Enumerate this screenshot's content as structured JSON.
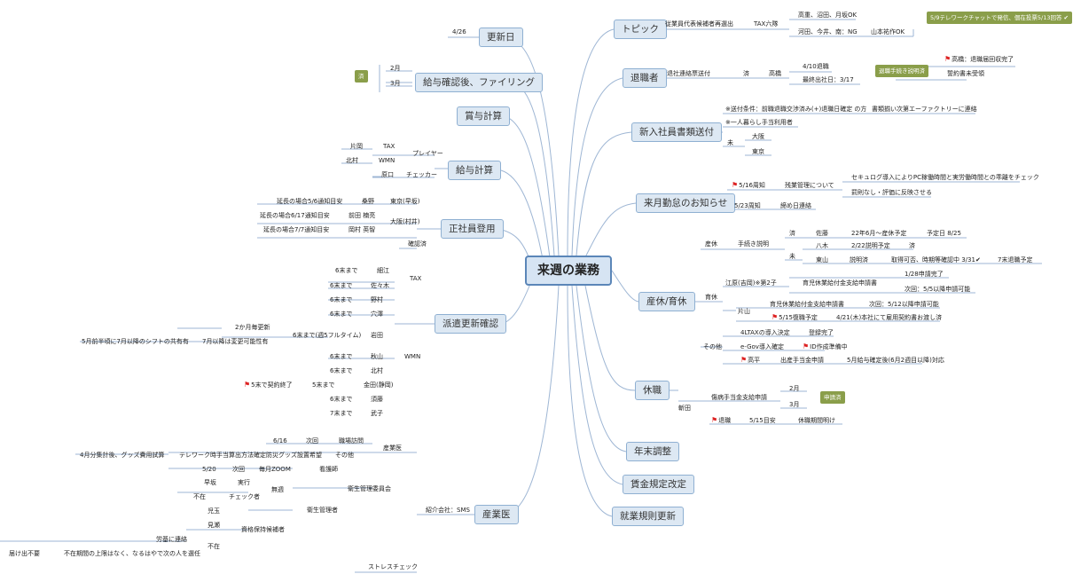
{
  "root": "来週の業務",
  "main": {
    "topic": "トピック",
    "resign": "退職者",
    "newhire": "新入社員書類送付",
    "nextmonth": "来月勤怠のお知らせ",
    "maternity": "産休/育休",
    "leave": "休職",
    "yearend": "年末調整",
    "wage": "賃金規定改定",
    "rules": "就業規則更新",
    "update": "更新日",
    "salary_check": "給与確認後、ファイリング",
    "bonus": "賞与計算",
    "payroll": "給与計算",
    "fulltime": "正社員登用",
    "dispatch": "派遣更新確認",
    "occmed": "産業医"
  },
  "topic": {
    "a": "従業員代表候補者再選出",
    "b": "TAX六隊",
    "c": "高重、沼田、月坂OK",
    "d": "河田、今井、南：NG",
    "e": "山本祐作OK",
    "note": "5/9テレワークチャットで発信、個在投票5/13回答 ✔"
  },
  "resign": {
    "a": "退社連絡票送付",
    "b": "済",
    "c": "高橋",
    "d": "4/10退職",
    "e": "最終出社日：3/17",
    "note": "退職手続き説明済",
    "f": "高橋：退職届回収完了",
    "g": "誓約書未受領"
  },
  "newhire": {
    "a": "※送付条件：前職退職交渉済み(+)退職日確定 の方",
    "a2": "書類揃い次第エーファクトリーに連絡",
    "b": "※一人暮らし手当利用者",
    "c": "未",
    "d": "大阪",
    "e": "東京"
  },
  "nextmonth": {
    "a": "5/16周知",
    "b": "残業管理について",
    "c": "セキュログ導入によりPC稼働時間と実労働時間との乖離をチェック",
    "d": "罰則なし・評価に反映させる",
    "e": "5/23周知",
    "f": "締め日連絡"
  },
  "maternity": {
    "sanyu": "産休",
    "tetsuzuki": "手続き説明",
    "zumi": "済",
    "mi": "未",
    "sato": "佐藤",
    "sato2": "22年6月～産休予定",
    "sato3": "予定日 8/25",
    "yagi": "八木",
    "yagi2": "2/22説明予定",
    "yagi3": "済",
    "higashiyama": "東山",
    "hy2": "説明済",
    "hy3": "取得可否、時期等確認中 3/31✔",
    "hy4": "7末退職予定",
    "ikukyu": "育休",
    "egawa": "江原(吉岡)※第2子",
    "eg2": "育児休業給付金支給申請書",
    "eg3": "1/28申請完了",
    "eg4": "次回：5/5以降申請可能",
    "katayama": "片山",
    "ka2": "育児休業給付金支給申請書",
    "ka3": "次回：5/12以降申請可能",
    "ka4": "5/15復職予定",
    "ka5": "4/21(木)本社にて雇用契約書お渡し済",
    "other": "その他",
    "o1": "4LTAXの導入決定",
    "o1b": "登録完了",
    "o2": "e-Gov導入確定",
    "o2b": "ID作成準備中",
    "o3": "高平",
    "o3b": "出産手当金申請",
    "o3c": "5月給与確定後(6月2週目以降)対応"
  },
  "leave": {
    "a": "斬田",
    "b": "傷病手当金支給申請",
    "c": "2月",
    "d": "3月",
    "note": "申請済",
    "e": "退職",
    "f": "5/15目安",
    "g": "休職期間明け"
  },
  "update": {
    "a": "4/26"
  },
  "salary_check": {
    "a": "2月",
    "b": "3月",
    "note": "済"
  },
  "payroll": {
    "a": "プレイヤー",
    "b": "片岡",
    "c": "TAX",
    "d": "北村",
    "e": "WMN",
    "f": "チェッカー",
    "g": "原口"
  },
  "fulltime": {
    "a": "東京(早坂)",
    "b": "桑野",
    "c": "延長の場合5/6通知目安",
    "d": "大阪(村井)",
    "e": "前田 楠亮",
    "f": "延長の場合6/17通知目安",
    "g": "岡村 英智",
    "h": "延長の場合7/7通知目安",
    "i": "確認済"
  },
  "dispatch": {
    "tax": "TAX",
    "wmn": "WMN",
    "r1a": "6末まで",
    "r1b": "細江",
    "r2a": "6末まで",
    "r2b": "佐々木",
    "r3a": "6末まで",
    "r3b": "野村",
    "r4a": "6末まで",
    "r4b": "穴澤",
    "r5a": "6末まで(週5フルタイム)",
    "r5b": "岩田",
    "r5c": "2か月毎更新",
    "r5d": "7月以降は変更可能性有",
    "r5e": "5月前半頃に7月以降のシフトの共有有",
    "r6a": "6末まで",
    "r6b": "秋山",
    "r7a": "6末まで",
    "r7b": "北村",
    "r8a": "5末で契約終了",
    "r8b": "5末まで",
    "r8c": "金田(静岡)",
    "r9a": "6末まで",
    "r9b": "須藤",
    "r10a": "7末まで",
    "r10b": "武子"
  },
  "occmed": {
    "a": "紹介会社：SMS",
    "b": "産業医",
    "c": "6/16",
    "d": "次回",
    "e": "職場訪問",
    "f": "その他",
    "g": "防災グッズ設置希望",
    "h": "テレワーク時手当算出方法確定",
    "i": "4月分集計後、グッズ費用試算",
    "j": "衛生管理委員会",
    "k": "看護師",
    "l": "毎月ZOOM",
    "m": "次回",
    "n": "5/20",
    "o": "衛生管理者",
    "p": "無週",
    "q": "実行",
    "r": "早坂",
    "s": "チェック者",
    "t": "不在",
    "u": "資格保持候補者",
    "v": "児玉",
    "w": "見瀬",
    "x": "不在",
    "y": "労基に連絡",
    "z": "不在期間の上限はなく、なるはやで次の人を選任",
    "z2": "届け出不要",
    "aa": "ストレスチェック"
  }
}
